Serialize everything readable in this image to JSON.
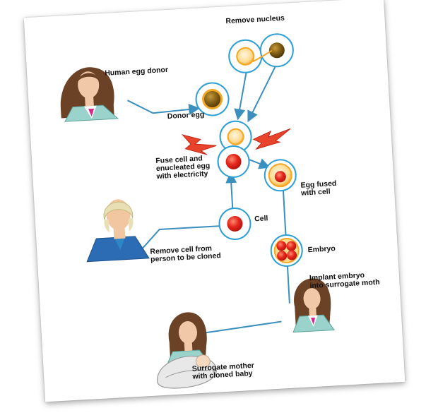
{
  "labels": {
    "remove_nucleus": "Remove nucleus",
    "human_egg_donor": "Human egg donor",
    "donor_egg": "Donor egg",
    "fuse": "Fuse cell and\nenucleated egg\nwith electricity",
    "egg_fused": "Egg fused\nwith cell",
    "cell": "Cell",
    "remove_cell": "Remove cell from\nperson to be cloned",
    "embryo": "Embryo",
    "implant": "Implant embryo\ninto surrogate moth",
    "surrogate": "Surrogate mother\nwith cloned baby"
  },
  "colors": {
    "ring": "#2e9fd4",
    "arrow": "#3a8fbf",
    "cell_red": "#e5261c",
    "nucleus_brown": "#7a5a12",
    "egg_orange": "#f5a623",
    "spark": "#e8442c"
  }
}
